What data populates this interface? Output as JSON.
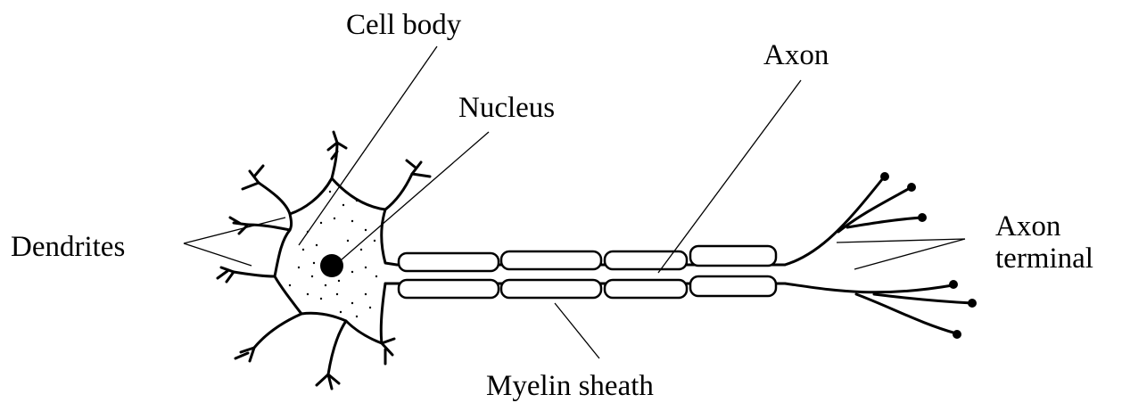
{
  "labels": {
    "cell_body": "Cell body",
    "nucleus": "Nucleus",
    "axon": "Axon",
    "dendrites": "Dendrites",
    "axon_terminal_line1": "Axon",
    "axon_terminal_line2": "terminal",
    "myelin_sheath": "Myelin sheath"
  },
  "colors": {
    "line": "#000000",
    "background": "#ffffff"
  }
}
